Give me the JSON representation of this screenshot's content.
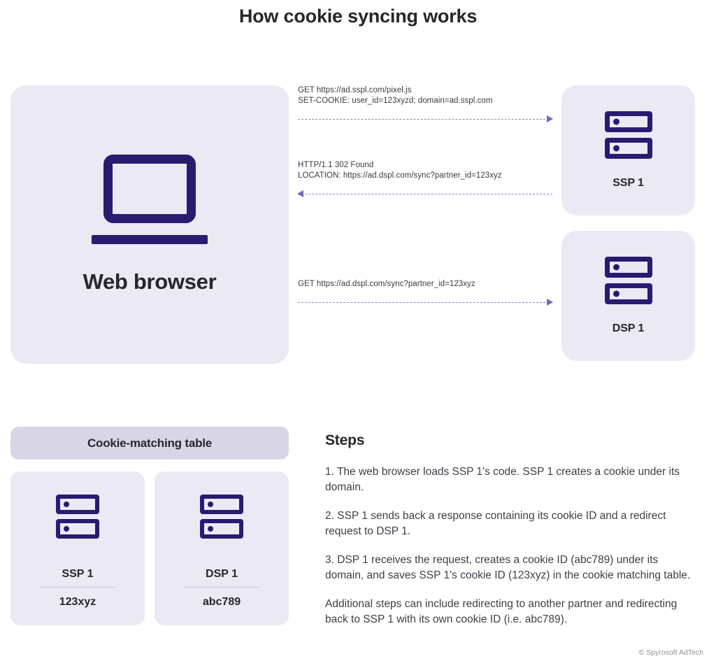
{
  "title": "How cookie syncing works",
  "browser": {
    "icon": "laptop-browser-icon",
    "label": "Web browser"
  },
  "nodes": [
    {
      "id": "ssp-1",
      "label": "SSP 1",
      "icon": "server-icon"
    },
    {
      "id": "dsp-1",
      "label": "DSP 1",
      "icon": "server-icon"
    }
  ],
  "flows": [
    {
      "id": "flow-1",
      "direction": "right",
      "lines": [
        "GET https://ad.sspl.com/pixel.js",
        "SET-COOKIE: user_id=123xyzd; domain=ad.sspl.com"
      ]
    },
    {
      "id": "flow-2",
      "direction": "left",
      "lines": [
        "HTTP/1.1 302 Found",
        "LOCATION: https://ad.dspl.com/sync?partner_id=123xyz"
      ]
    },
    {
      "id": "flow-3",
      "direction": "right",
      "lines": [
        "GET https://ad.dspl.com/sync?partner_id=123xyz"
      ]
    }
  ],
  "cookie_table": {
    "header": "Cookie-matching table",
    "entries": [
      {
        "name": "SSP 1",
        "cookie_id": "123xyz",
        "icon": "server-icon"
      },
      {
        "name": "DSP 1",
        "cookie_id": "abc789",
        "icon": "server-icon"
      }
    ]
  },
  "steps": {
    "title": "Steps",
    "items": [
      "1. The web browser loads SSP 1's code. SSP 1 creates a cookie under its domain.",
      "2. SSP 1 sends back a response containing its cookie ID and a redirect request to DSP 1.",
      "3. DSP 1 receives the request, creates a cookie ID (abc789) under its domain, and saves SSP 1's cookie ID (123xyz) in the cookie matching table.",
      "Additional steps can include redirecting to another partner and redirecting back to SSP 1 with its own cookie ID (i.e. abc789)."
    ]
  },
  "footer": {
    "credit": "© Spyrosoft AdTech"
  },
  "colors": {
    "card_bg": "#ebe9f4",
    "table_header_bg": "#d8d6e6",
    "icon_purple": "#2a1a70",
    "arrow_purple": "#6f68b8",
    "text_dark": "#26262e",
    "page_bg": "#ffffff"
  }
}
